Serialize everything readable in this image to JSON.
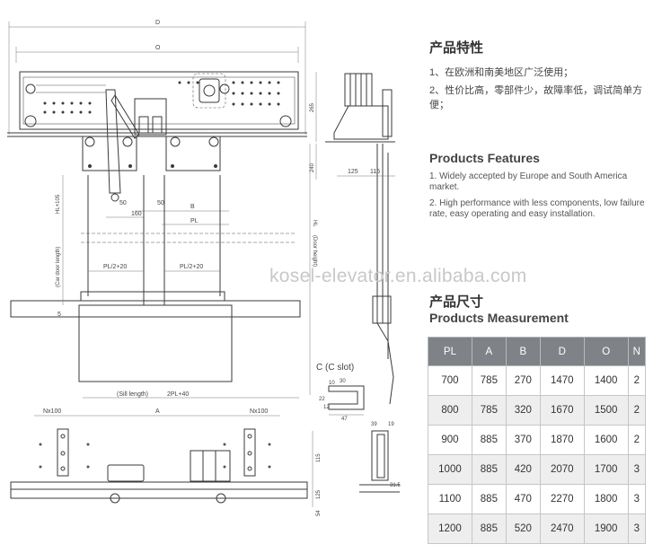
{
  "drawing": {
    "dim_D": "D",
    "dim_O": "O",
    "dim_B": "B",
    "dim_PL": "PL",
    "dim_160": "160",
    "dim_50a": "50",
    "dim_50b": "50",
    "dim_pl_half_left": "PL/2+20",
    "dim_pl_half_right": "PL/2+20",
    "dim_car_door": "HL+105",
    "car_door_label": "(Car door length)",
    "dim_door_height": "HL",
    "door_height_label": "(Door height)",
    "sill_length": "2PL+40",
    "sill_label": "(Sill length)",
    "dim_A": "A",
    "dim_n100_left": "Nx100",
    "dim_n100_right": "Nx100",
    "dim_5": "5",
    "dim_265": "265",
    "dim_240": "240",
    "dim_125": "125",
    "dim_115a": "115",
    "dim_115b": "115",
    "c_slot": "C (C slot)",
    "dim_10": "10",
    "dim_30": "30",
    "dim_22": "22",
    "dim_12": "12",
    "dim_47": "47",
    "dim_39": "39",
    "dim_19": "19",
    "dim_31_5": "31.5",
    "dim_54": "54",
    "dim_125b": "125"
  },
  "watermark": "kosel-elevator.en.alibaba.com",
  "features": {
    "heading_cn": "产品特性",
    "items_cn": [
      "1、在欧洲和南美地区广泛使用；",
      "2、性价比高，零部件少，故障率低，调试简单方便；"
    ],
    "heading_en": "Products Features",
    "items_en": [
      "1. Widely accepted by Europe and South America market.",
      "2. High performance with less components, low failure rate, easy operating and easy installation."
    ]
  },
  "measurement": {
    "heading_cn": "产品尺寸",
    "heading_en": "Products Measurement",
    "headers": [
      "PL",
      "A",
      "B",
      "D",
      "O",
      "N"
    ],
    "rows": [
      [
        "700",
        "785",
        "270",
        "1470",
        "1400",
        "2"
      ],
      [
        "800",
        "785",
        "320",
        "1670",
        "1500",
        "2"
      ],
      [
        "900",
        "885",
        "370",
        "1870",
        "1600",
        "2"
      ],
      [
        "1000",
        "885",
        "420",
        "2070",
        "1700",
        "3"
      ],
      [
        "1100",
        "885",
        "470",
        "2270",
        "1800",
        "3"
      ],
      [
        "1200",
        "885",
        "520",
        "2470",
        "1900",
        "3"
      ]
    ]
  }
}
